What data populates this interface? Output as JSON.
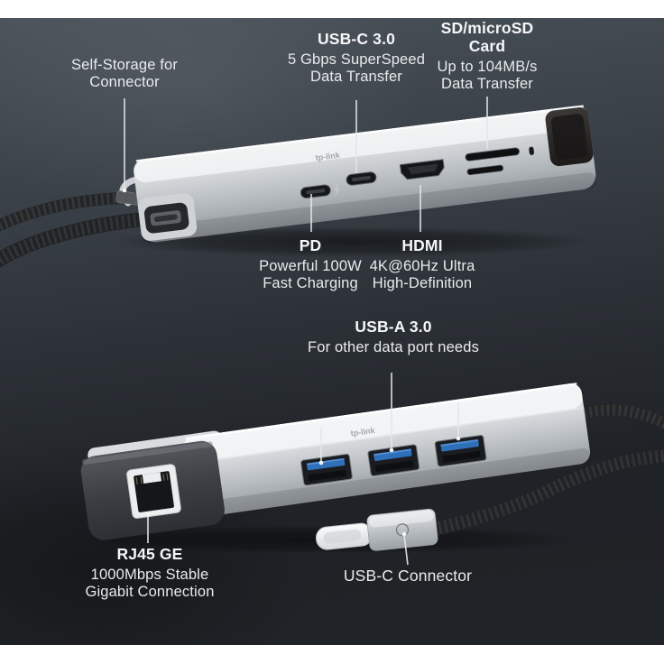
{
  "brand": {
    "logo_text": "tp-link"
  },
  "colors": {
    "background_top": "#4a525a",
    "background_bottom": "#202327",
    "page_margin": "#ffffff",
    "hub_silver": "#c9cdd1",
    "end_cap_dark": "#34373c",
    "usb_a_tab_blue": "#2f70ba",
    "cable_braid": "#26282a",
    "callout_text": "#e9ebed"
  },
  "callouts": {
    "self_storage": {
      "line1": "Self-Storage for",
      "line2": "Connector"
    },
    "usb_c_port": {
      "title": "USB-C 3.0",
      "line1": "5 Gbps SuperSpeed",
      "line2": "Data Transfer"
    },
    "sd_card": {
      "title1": "SD/microSD",
      "title2": "Card",
      "line1": "Up to 104MB/s",
      "line2": "Data Transfer"
    },
    "pd": {
      "title": "PD",
      "line1": "Powerful 100W",
      "line2": "Fast Charging"
    },
    "hdmi": {
      "title": "HDMI",
      "line1": "4K@60Hz Ultra",
      "line2": "High-Definition"
    },
    "usb_a": {
      "title": "USB-A 3.0",
      "line1": "For other data port needs"
    },
    "rj45": {
      "title": "RJ45 GE",
      "line1": "1000Mbps Stable",
      "line2": "Gigabit Connection"
    },
    "usb_c_connector": {
      "label": "USB-C Connector"
    }
  }
}
